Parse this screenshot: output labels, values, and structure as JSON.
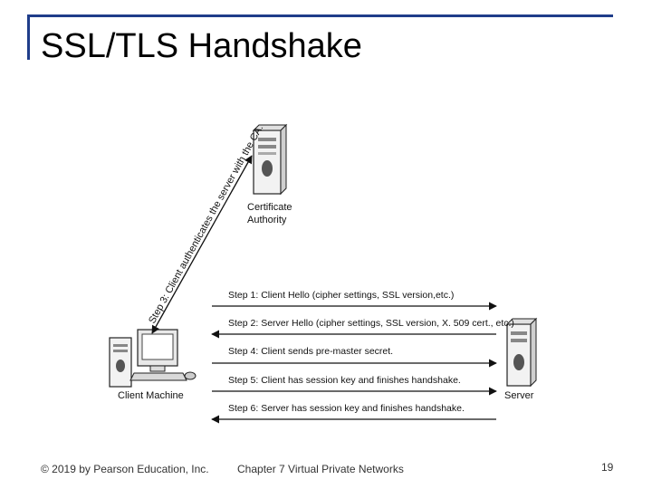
{
  "slide": {
    "title": "SSL/TLS Handshake"
  },
  "diagram": {
    "nodes": {
      "ca": {
        "line1": "Certificate",
        "line2": "Authority"
      },
      "client": {
        "label": "Client Machine"
      },
      "server": {
        "label": "Server"
      }
    },
    "diagonal_label": "Step 3: Client authenticates the server with the CA.",
    "steps": [
      {
        "label": "Step 1: Client Hello (cipher settings, SSL version,etc.)",
        "direction": "to-server"
      },
      {
        "label": "Step 2: Server Hello (cipher settings, SSL version, X. 509 cert., etc.)",
        "direction": "to-client"
      },
      {
        "label": "Step 4: Client sends pre-master secret.",
        "direction": "to-server"
      },
      {
        "label": "Step 5: Client has session key and finishes handshake.",
        "direction": "to-server"
      },
      {
        "label": "Step 6: Server has session key and finishes handshake.",
        "direction": "to-client"
      }
    ]
  },
  "footer": {
    "copyright": "© 2019 by Pearson Education, Inc.",
    "chapter": "Chapter 7 Virtual Private Networks",
    "page": "19"
  },
  "colors": {
    "frame": "#1f3d8a",
    "diagram_stroke": "#111111"
  }
}
